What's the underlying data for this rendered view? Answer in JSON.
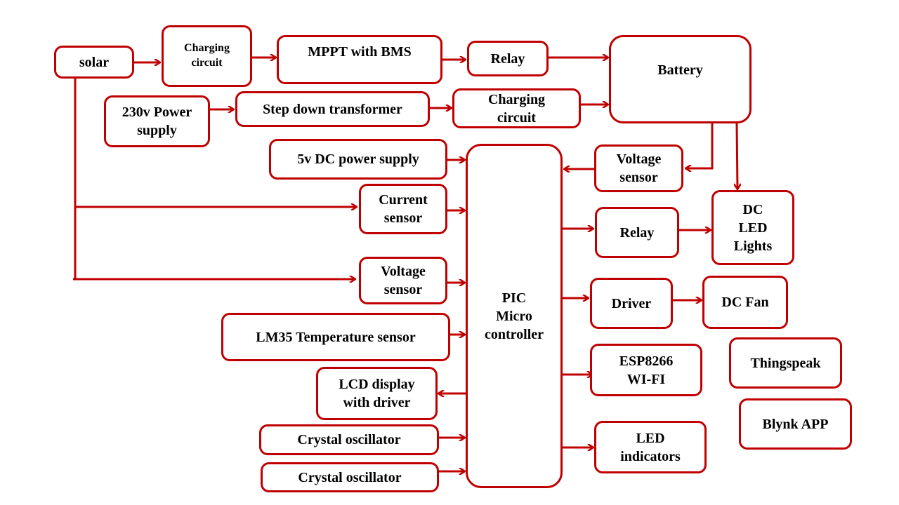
{
  "diagram": {
    "accent_color": "#c00000",
    "blocks": {
      "solar": "solar",
      "charging_circuit_1": "Charging\ncircuit",
      "mppt": "MPPT with BMS",
      "relay_1": "Relay",
      "battery": "Battery",
      "power_230v": "230v Power\nsupply",
      "step_down": "Step down transformer",
      "charging_circuit_2": "Charging\ncircuit",
      "dc_5v": "5v DC power supply",
      "voltage_sensor_battery": "Voltage\nsensor",
      "current_sensor": "Current\nsensor",
      "voltage_sensor_solar": "Voltage\nsensor",
      "lm35": "LM35 Temperature sensor",
      "lcd": "LCD display\nwith driver",
      "crystal_1": "Crystal oscillator",
      "crystal_2": "Crystal oscillator",
      "pic": "PIC\nMicro\ncontroller",
      "relay_2": "Relay",
      "dc_led": "DC\nLED\nLights",
      "driver": "Driver",
      "dc_fan": "DC  Fan",
      "esp": "ESP8266\nWI-FI",
      "thingspeak": "Thingspeak",
      "led_ind": "LED\nindicators",
      "blynk": "Blynk APP"
    },
    "connections": [
      {
        "from": "solar",
        "to": "charging_circuit_1"
      },
      {
        "from": "charging_circuit_1",
        "to": "mppt"
      },
      {
        "from": "mppt",
        "to": "relay_1"
      },
      {
        "from": "relay_1",
        "to": "battery"
      },
      {
        "from": "power_230v",
        "to": "step_down"
      },
      {
        "from": "step_down",
        "to": "charging_circuit_2"
      },
      {
        "from": "charging_circuit_2",
        "to": "battery"
      },
      {
        "from": "battery",
        "to": "voltage_sensor_battery"
      },
      {
        "from": "battery",
        "to": "dc_led"
      },
      {
        "from": "voltage_sensor_battery",
        "to": "pic"
      },
      {
        "from": "solar",
        "to": "current_sensor"
      },
      {
        "from": "solar",
        "to": "voltage_sensor_solar"
      },
      {
        "from": "dc_5v",
        "to": "pic"
      },
      {
        "from": "current_sensor",
        "to": "pic"
      },
      {
        "from": "voltage_sensor_solar",
        "to": "pic"
      },
      {
        "from": "lm35",
        "to": "pic"
      },
      {
        "from": "pic",
        "to": "lcd"
      },
      {
        "from": "crystal_1",
        "to": "pic"
      },
      {
        "from": "crystal_2",
        "to": "pic"
      },
      {
        "from": "pic",
        "to": "relay_2"
      },
      {
        "from": "relay_2",
        "to": "dc_led"
      },
      {
        "from": "pic",
        "to": "driver"
      },
      {
        "from": "driver",
        "to": "dc_fan"
      },
      {
        "from": "pic",
        "to": "esp"
      },
      {
        "from": "pic",
        "to": "led_ind"
      }
    ]
  }
}
